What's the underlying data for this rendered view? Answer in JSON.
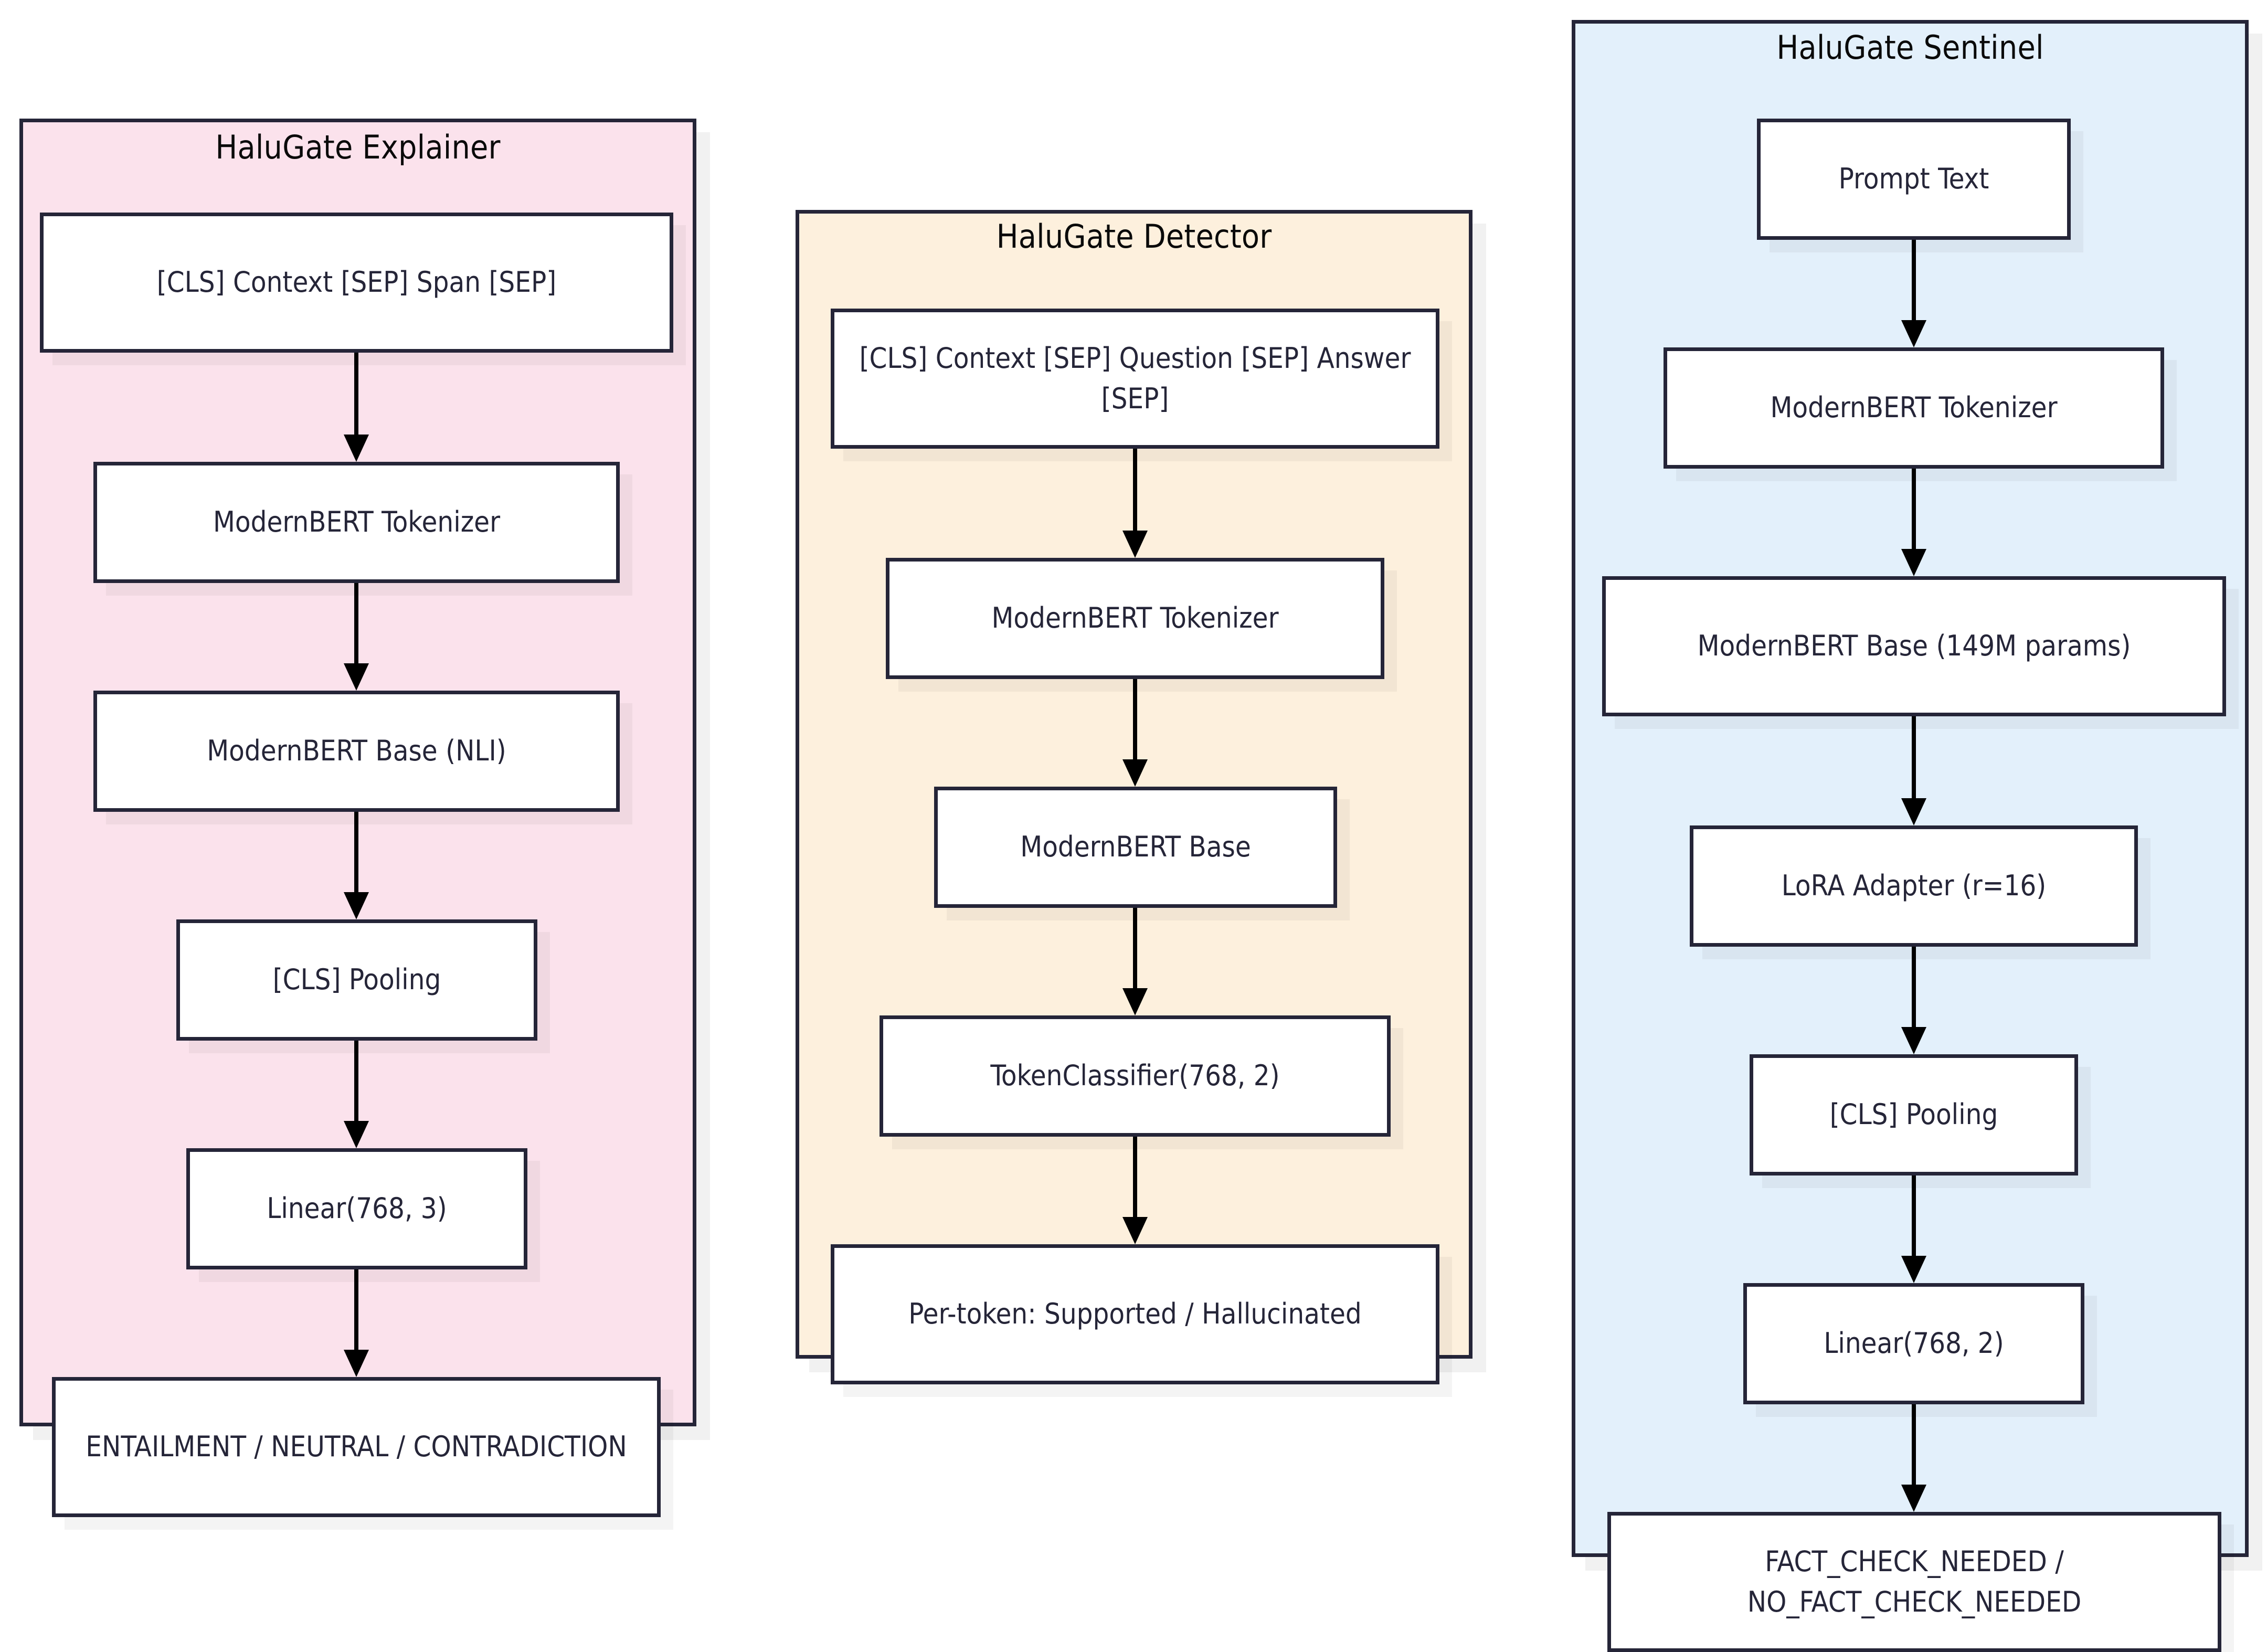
{
  "diagram": {
    "type": "flowchart",
    "title": "HaluGate model architectures",
    "background": "#ffffff",
    "node_border_color": "#252538",
    "node_fill_color": "#ffffff",
    "arrow_color": "#000000"
  },
  "columns": [
    {
      "id": "explainer",
      "title": "HaluGate Explainer",
      "fill": "#fbe2ec",
      "border": "#252538",
      "nodes": [
        {
          "id": "exp-input",
          "label": "[CLS] Context [SEP] Span [SEP]"
        },
        {
          "id": "exp-tokenizer",
          "label": "ModernBERT Tokenizer"
        },
        {
          "id": "exp-base",
          "label": "ModernBERT Base (NLI)"
        },
        {
          "id": "exp-pooling",
          "label": "[CLS] Pooling"
        },
        {
          "id": "exp-linear",
          "label": "Linear(768, 3)"
        },
        {
          "id": "exp-output",
          "label": "ENTAILMENT / NEUTRAL / CONTRADICTION"
        }
      ]
    },
    {
      "id": "detector",
      "title": "HaluGate Detector",
      "fill": "#fdf0dd",
      "border": "#252538",
      "nodes": [
        {
          "id": "det-input",
          "label": "[CLS] Context [SEP] Question [SEP] Answer [SEP]"
        },
        {
          "id": "det-tokenizer",
          "label": "ModernBERT Tokenizer"
        },
        {
          "id": "det-base",
          "label": "ModernBERT Base"
        },
        {
          "id": "det-head",
          "label": "TokenClassifier(768, 2)"
        },
        {
          "id": "det-output",
          "label": "Per-token: Supported / Hallucinated"
        }
      ]
    },
    {
      "id": "sentinel",
      "title": "HaluGate Sentinel",
      "fill": "#e3f0fb",
      "border": "#252538",
      "nodes": [
        {
          "id": "sen-input",
          "label": "Prompt Text"
        },
        {
          "id": "sen-tokenizer",
          "label": "ModernBERT Tokenizer"
        },
        {
          "id": "sen-base",
          "label": "ModernBERT Base (149M params)"
        },
        {
          "id": "sen-lora",
          "label": "LoRA Adapter (r=16)"
        },
        {
          "id": "sen-pooling",
          "label": "[CLS] Pooling"
        },
        {
          "id": "sen-linear",
          "label": "Linear(768, 2)"
        },
        {
          "id": "sen-output",
          "label": "FACT_CHECK_NEEDED / NO_FACT_CHECK_NEEDED"
        }
      ]
    }
  ]
}
